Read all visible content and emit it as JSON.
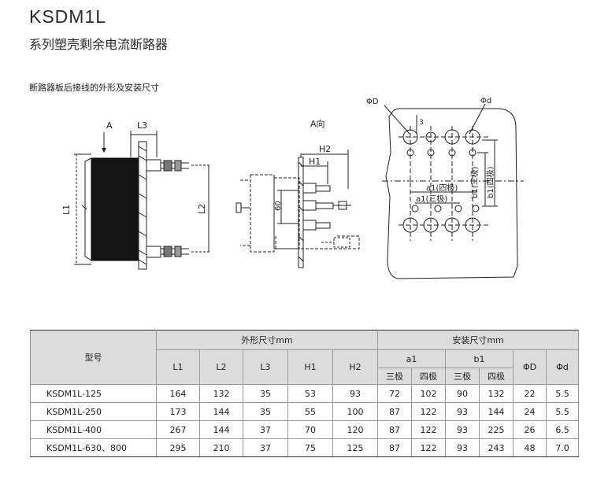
{
  "title": "KSDM1L",
  "subtitle": "系列塑壳剩余电流断路器",
  "section_heading": "断路器板后接线的外形及安装尺寸",
  "drawing": {
    "side": {
      "arrow_label": "A",
      "l3": "L3",
      "l1": "L1",
      "l2": "L2"
    },
    "front": {
      "view_label": "A向",
      "h2": "H2",
      "h1": "H1",
      "dim60": "60"
    },
    "mount": {
      "phiD": "ΦD",
      "phid": "Φd",
      "a1_four": "a1(四极)",
      "a1_three": "a1(三极)",
      "b1_three": "b1(三极)",
      "b1_four": "b1(四极)",
      "dim3": "3"
    }
  },
  "table": {
    "model_header": "型号",
    "outline_header": "外形尺寸mm",
    "mount_header": "安装尺寸mm",
    "cols": {
      "L1": "L1",
      "L2": "L2",
      "L3": "L3",
      "H1": "H1",
      "H2": "H2",
      "a1": "a1",
      "b1": "b1",
      "phiD": "ΦD",
      "phid": "Φd"
    },
    "sub": {
      "three": "三极",
      "four": "四极"
    },
    "rows": [
      {
        "model": "KSDM1L-125",
        "L1": "164",
        "L2": "132",
        "L3": "35",
        "H1": "53",
        "H2": "93",
        "a1_3": "72",
        "a1_4": "102",
        "b1_3": "90",
        "b1_4": "132",
        "D": "22",
        "d": "5.5"
      },
      {
        "model": "KSDM1L-250",
        "L1": "173",
        "L2": "144",
        "L3": "35",
        "H1": "55",
        "H2": "100",
        "a1_3": "87",
        "a1_4": "122",
        "b1_3": "93",
        "b1_4": "144",
        "D": "24",
        "d": "5.5"
      },
      {
        "model": "KSDM1L-400",
        "L1": "267",
        "L2": "144",
        "L3": "37",
        "H1": "70",
        "H2": "120",
        "a1_3": "87",
        "a1_4": "122",
        "b1_3": "93",
        "b1_4": "225",
        "D": "26",
        "d": "6.5"
      },
      {
        "model": "KSDM1L-630、800",
        "L1": "295",
        "L2": "210",
        "L3": "37",
        "H1": "75",
        "H2": "125",
        "a1_3": "87",
        "a1_4": "122",
        "b1_3": "93",
        "b1_4": "243",
        "D": "48",
        "d": "7.0"
      }
    ]
  }
}
